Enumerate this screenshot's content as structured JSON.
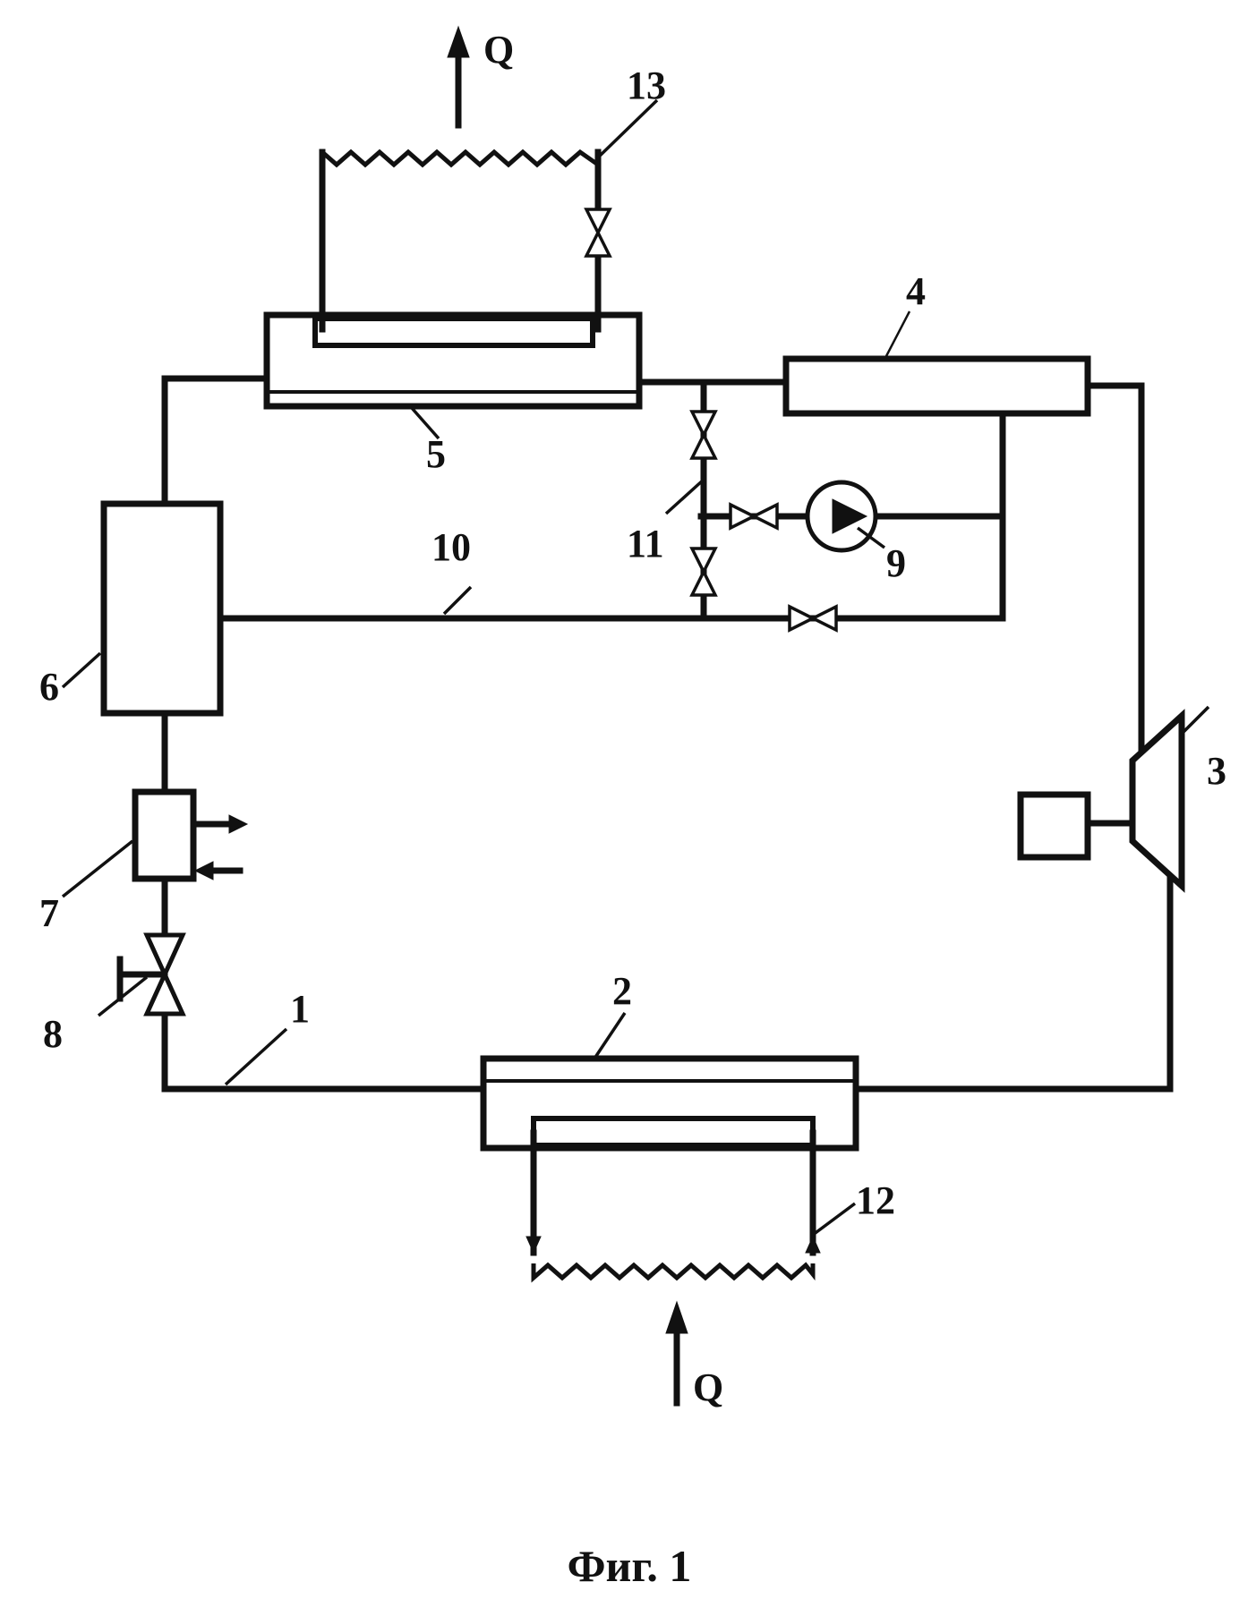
{
  "figure": {
    "caption": "Фиг. 1",
    "heat_out_label": "Q",
    "heat_in_label": "Q"
  },
  "callouts": {
    "line_1": "1",
    "evaporator_2": "2",
    "compressor_3": "3",
    "heat_exchanger_4": "4",
    "condenser_5": "5",
    "receiver_6": "6",
    "cooler_7": "7",
    "throttle_valve_8": "8",
    "pump_9": "9",
    "bypass_line_10": "10",
    "line_11": "11",
    "heat_sink_circuit_13": "13",
    "heat_source_circuit_12": "12"
  }
}
